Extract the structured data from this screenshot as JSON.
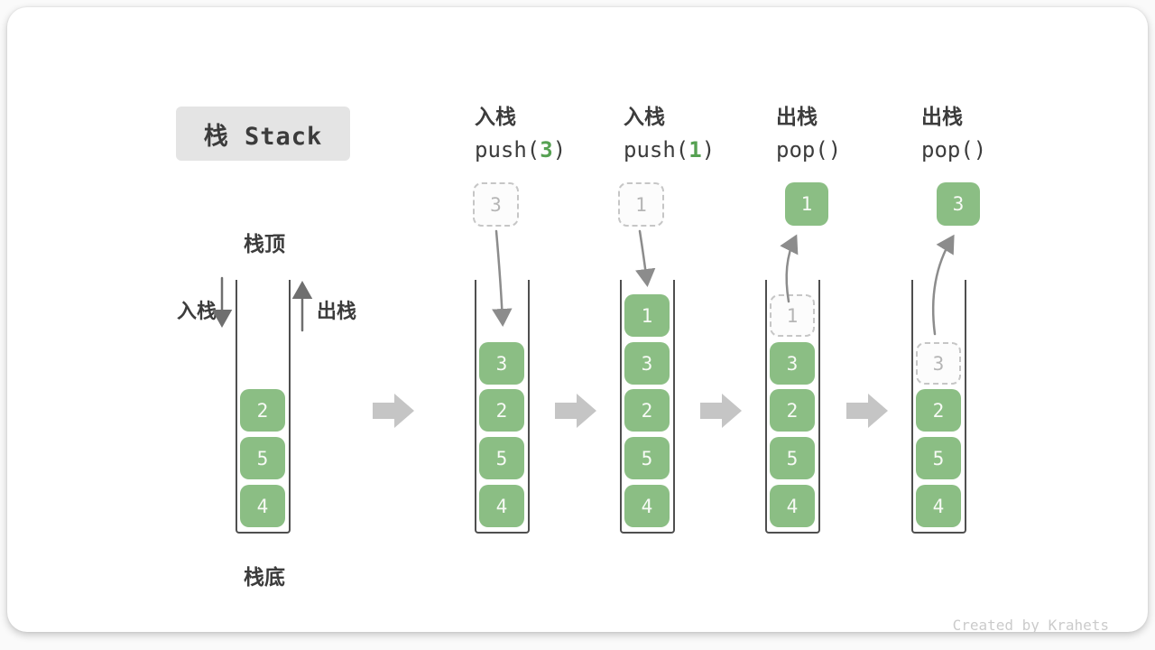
{
  "title": {
    "text": "栈 Stack"
  },
  "legend": {
    "stack_top": "栈顶",
    "stack_bottom": "栈底",
    "push": "入栈",
    "pop": "出栈"
  },
  "colors": {
    "element_green": "#8bbe84",
    "code_arg_green": "#56a152",
    "wall_gray": "#4f4f4f",
    "flow_arrow_gray": "#c5c5c5",
    "curve_arrow_gray": "#8c8c8c",
    "ghost_border": "#c6c6c6",
    "title_bg": "#e4e4e4"
  },
  "steps": [
    {
      "name": "initial",
      "cells": [
        "2",
        "5",
        "4"
      ]
    },
    {
      "name": "push-3",
      "op": "入栈",
      "code_pre": "push(",
      "code_arg": "3",
      "code_post": ")",
      "staged": "3",
      "cells": [
        "3",
        "2",
        "5",
        "4"
      ]
    },
    {
      "name": "push-1",
      "op": "入栈",
      "code_pre": "push(",
      "code_arg": "1",
      "code_post": ")",
      "staged": "1",
      "cells": [
        "1",
        "3",
        "2",
        "5",
        "4"
      ]
    },
    {
      "name": "pop-1",
      "op": "出栈",
      "code": "pop()",
      "popped": "1",
      "ghost": "1",
      "cells": [
        "3",
        "2",
        "5",
        "4"
      ]
    },
    {
      "name": "pop-3",
      "op": "出栈",
      "code": "pop()",
      "popped": "3",
      "ghost": "3",
      "cells": [
        "2",
        "5",
        "4"
      ]
    }
  ],
  "footer": {
    "watermark": "Created by Krahets"
  }
}
